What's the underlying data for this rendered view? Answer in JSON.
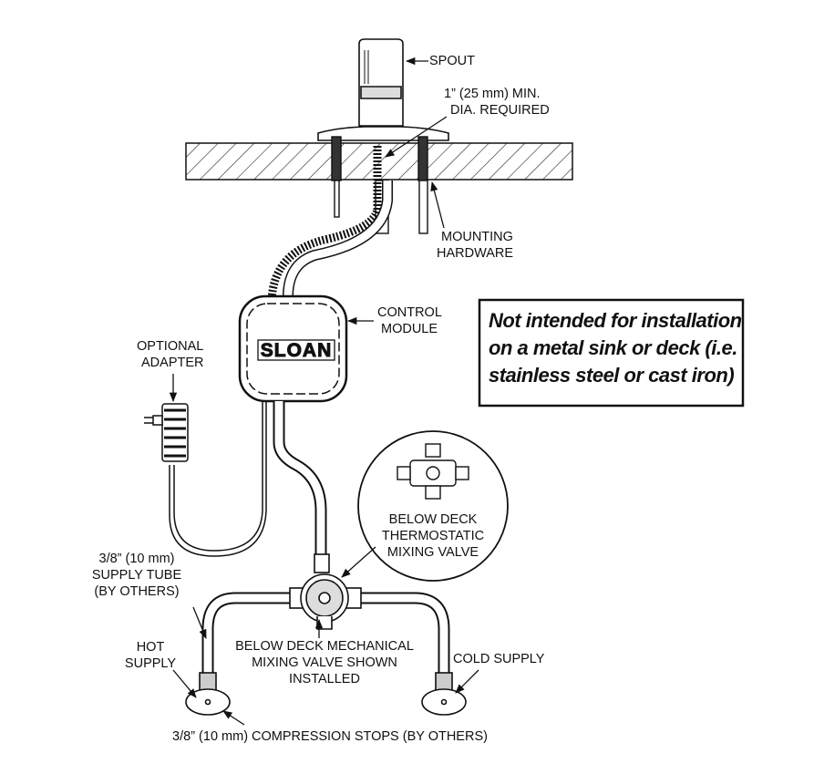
{
  "labels": {
    "spout": "SPOUT",
    "min_dia_1": "1” (25 mm) MIN.",
    "min_dia_2": "DIA. REQUIRED",
    "mounting_1": "MOUNTING",
    "mounting_2": "HARDWARE",
    "control_1": "CONTROL",
    "control_2": "MODULE",
    "adapter_1": "OPTIONAL",
    "adapter_2": "ADAPTER",
    "thermo_1": "BELOW DECK",
    "thermo_2": "THERMOSTATIC",
    "thermo_3": "MIXING VALVE",
    "tube_1": "3/8” (10 mm)",
    "tube_2": "SUPPLY TUBE",
    "tube_3": "(BY OTHERS)",
    "hot_1": "HOT",
    "hot_2": "SUPPLY",
    "cold": "COLD SUPPLY",
    "mech_1": "BELOW DECK MECHANICAL",
    "mech_2": "MIXING VALVE SHOWN",
    "mech_3": "INSTALLED",
    "stops": "3/8” (10 mm) COMPRESSION STOPS (BY OTHERS)",
    "brand": "SLOAN"
  },
  "note": {
    "line_1": "Not intended for installation",
    "line_2": "on a metal sink or deck (i.e.",
    "line_3": "stainless steel or cast iron)"
  }
}
